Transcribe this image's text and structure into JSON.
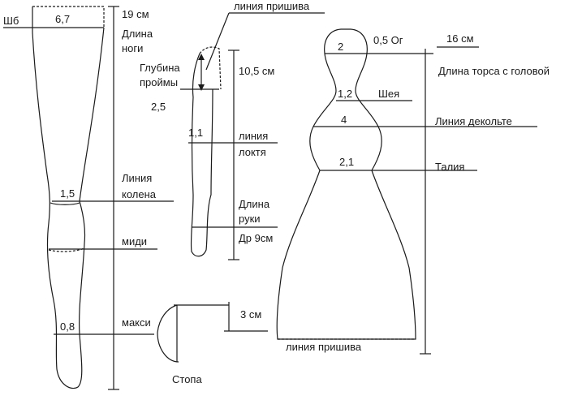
{
  "leg": {
    "hip_label": "Шб",
    "top_width": "6,7",
    "length": "19 см",
    "length_title_1": "Длина",
    "length_title_2": "ноги",
    "knee_width": "1,5",
    "knee_line_1": "Линия",
    "knee_line_2": "колена",
    "midi": "миди",
    "ankle_width": "0,8",
    "maxi": "макси"
  },
  "arm": {
    "seam_line": "линия пришива",
    "armhole_1": "Глубина",
    "armhole_2": "проймы",
    "armhole_value": "2,5",
    "length_value": "10,5 см",
    "elbow_width": "1,1",
    "elbow_line_1": "линия",
    "elbow_line_2": "локтя",
    "arm_length_1": "Длина",
    "arm_length_2": "руки",
    "arm_length_3": "Др  9см"
  },
  "foot": {
    "height": "3 см",
    "label": "Стопа"
  },
  "torso": {
    "head_width": "2",
    "head_girth": "0,5 Ог",
    "length": "16 см",
    "length_title": "Длина торса с головой",
    "neck_width": "1,2",
    "neck_label": "Шея",
    "neckline_width": "4",
    "neckline_label": "Линия декольте",
    "waist_width": "2,1",
    "waist_label": "Талия",
    "seam_line": "линия пришива"
  }
}
